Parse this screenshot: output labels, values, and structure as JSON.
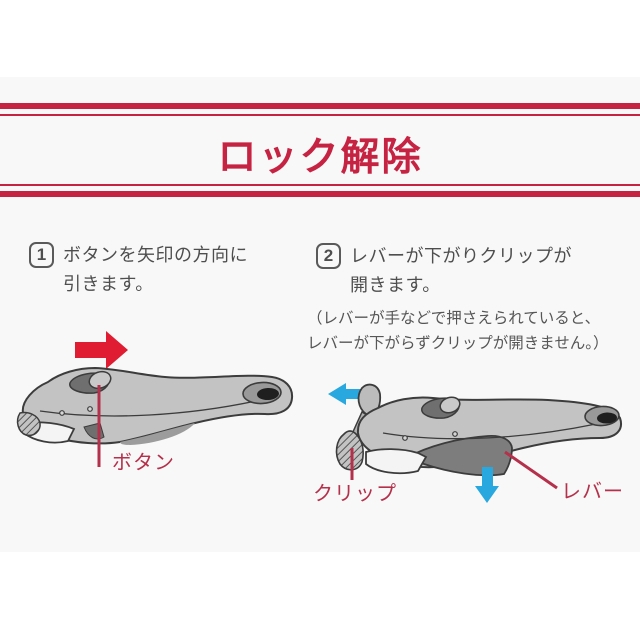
{
  "title": "ロック解除",
  "colors": {
    "brand_red": "#c62343",
    "label_red": "#b5304b",
    "arrow_red": "#df1c31",
    "arrow_blue": "#29a8e0",
    "text_gray": "#4e4e4e",
    "panel_bg": "#f8f8f8",
    "handle_gray": "#c3c3c3",
    "lever_gray": "#7d7d7d"
  },
  "steps": [
    {
      "number": "1",
      "line1": "ボタンを矢印の方向に",
      "line2": "引きます。"
    },
    {
      "number": "2",
      "line1": "レバーが下がりクリップが",
      "line2": "開きます。"
    }
  ],
  "note": {
    "line1": "（レバーが手などで押さえられていると、",
    "line2": "レバーが下がらずクリップが開きません。）"
  },
  "labels": {
    "button": "ボタン",
    "clip": "クリップ",
    "lever": "レバー"
  },
  "icons": {
    "step1_arrow": "red-right-arrow",
    "step2_arrow_back": "blue-left-arrow",
    "step2_arrow_down": "blue-down-arrow"
  }
}
